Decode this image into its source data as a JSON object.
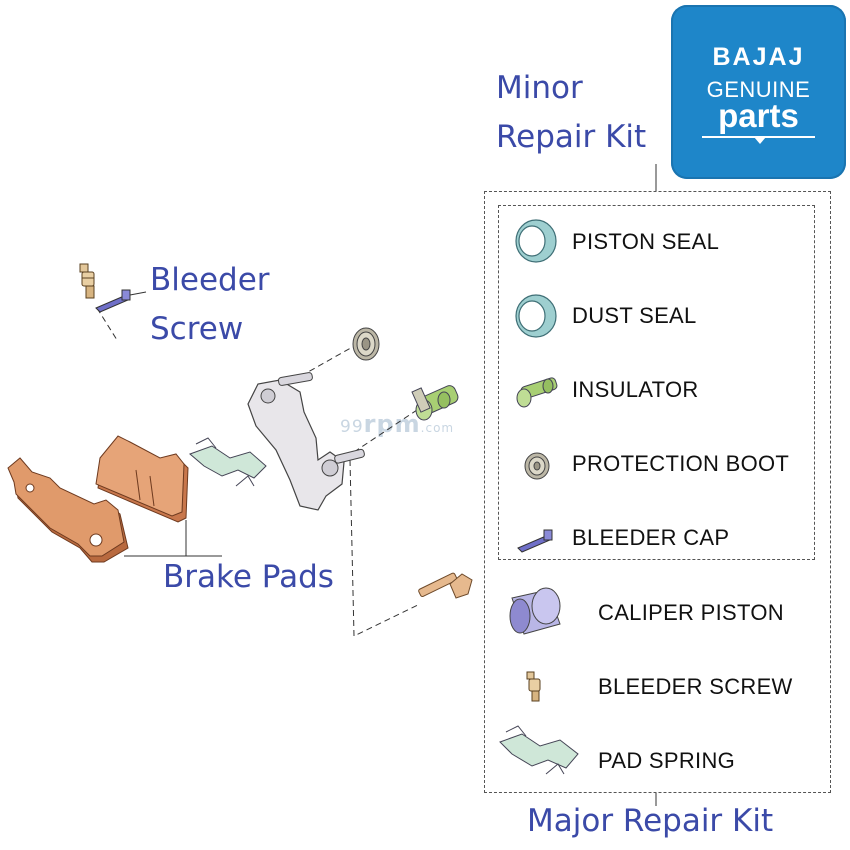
{
  "logo": {
    "line1": "BAJAJ",
    "line2": "GENUINE",
    "line3": "parts"
  },
  "watermark": {
    "prefix": "99",
    "main": "rpm",
    "suffix": ".com"
  },
  "labels": {
    "minor_line1": "Minor",
    "minor_line2": "Repair Kit",
    "bleeder_line1": "Bleeder",
    "bleeder_line2": "Screw",
    "brake_pads": "Brake Pads",
    "major": "Major Repair Kit"
  },
  "minor_kit_items": [
    {
      "label": "PISTON SEAL",
      "icon": "piston-seal-icon"
    },
    {
      "label": "DUST SEAL",
      "icon": "dust-seal-icon"
    },
    {
      "label": "INSULATOR",
      "icon": "insulator-icon"
    },
    {
      "label": "PROTECTION BOOT",
      "icon": "protection-boot-icon"
    },
    {
      "label": "BLEEDER CAP",
      "icon": "bleeder-cap-icon"
    }
  ],
  "major_kit_items": [
    {
      "label": "CALIPER PISTON",
      "icon": "caliper-piston-icon"
    },
    {
      "label": "BLEEDER SCREW",
      "icon": "bleeder-screw-icon"
    },
    {
      "label": "PAD SPRING",
      "icon": "pad-spring-icon"
    }
  ],
  "colors": {
    "label_blue": "#3b4aa8",
    "badge_blue": "#1e86c9",
    "pad_copper": "#d9875a",
    "seal_teal": "#9ecfd0",
    "insulator_green": "#a8cf73",
    "piston_lavender": "#b9b6e6"
  }
}
